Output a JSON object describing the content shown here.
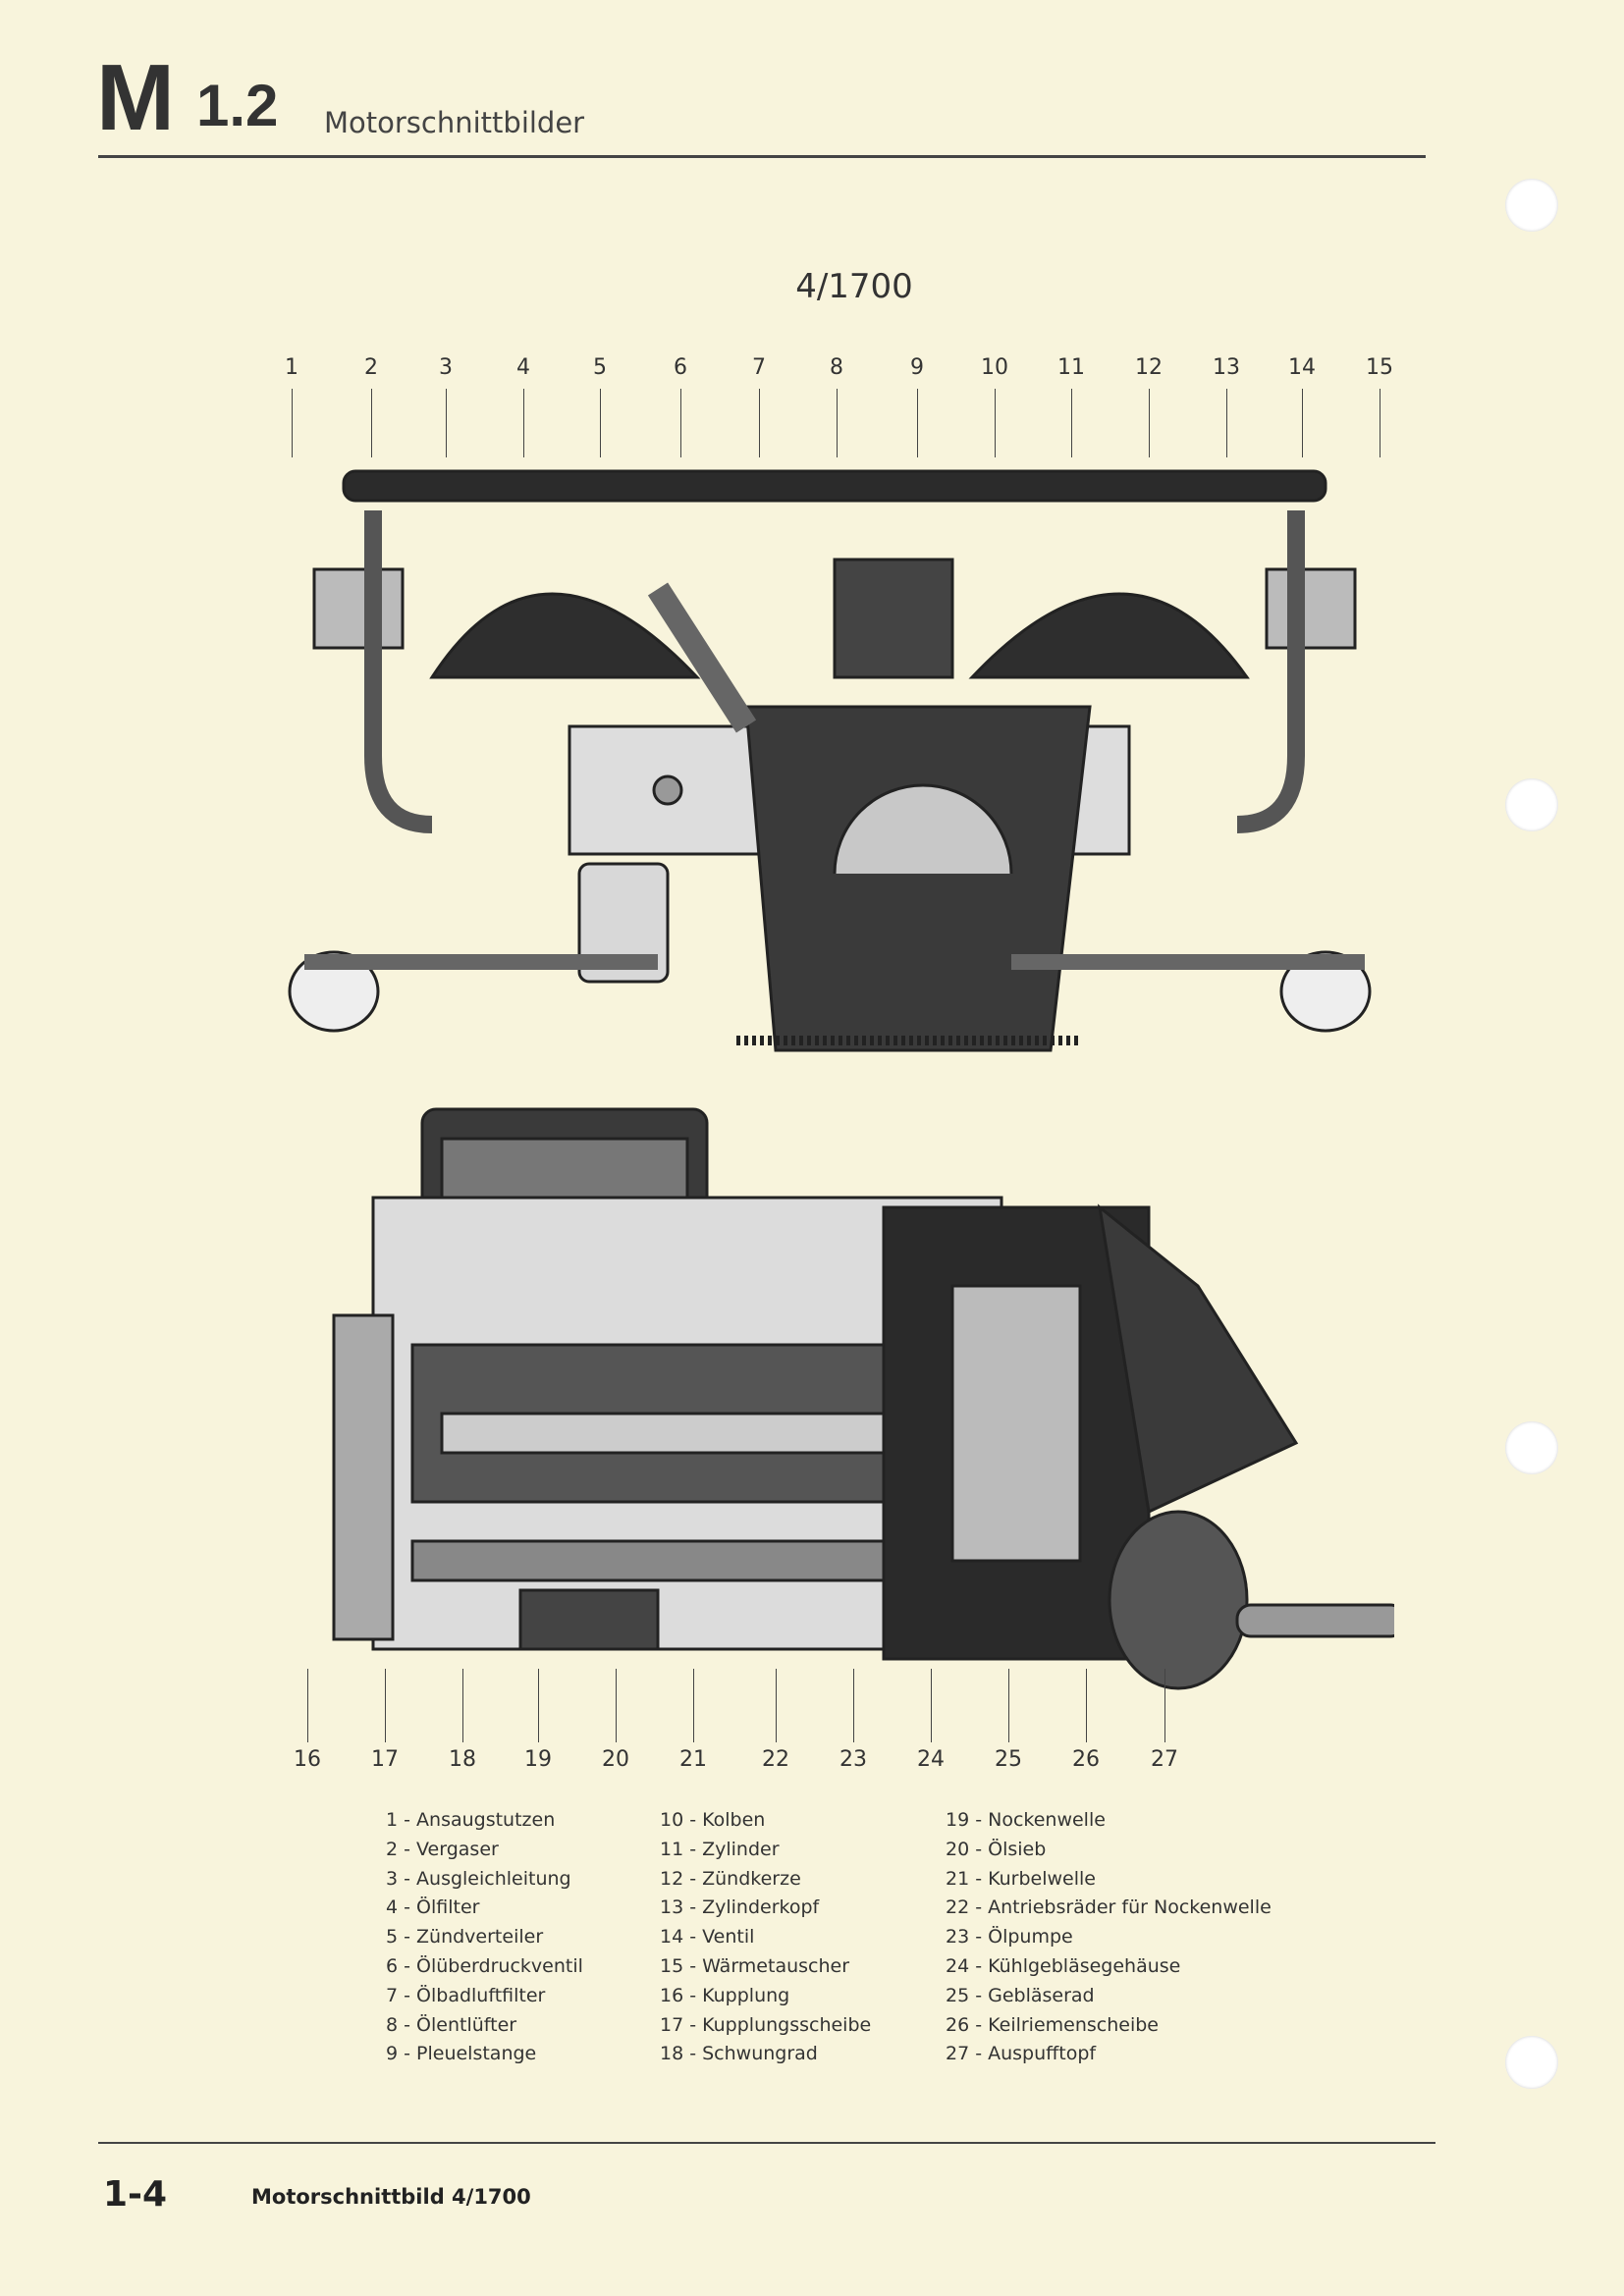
{
  "header": {
    "section_major": "M",
    "section_minor": "1.2",
    "title": "Motorschnittbilder"
  },
  "figure": {
    "model": "4/1700",
    "top_callouts": [
      "1",
      "2",
      "3",
      "4",
      "5",
      "6",
      "7",
      "8",
      "9",
      "10",
      "11",
      "12",
      "13",
      "14",
      "15"
    ],
    "bottom_callouts": [
      "16",
      "17",
      "18",
      "19",
      "20",
      "21",
      "22",
      "23",
      "24",
      "25",
      "26",
      "27"
    ]
  },
  "legend": {
    "col1": [
      "1 - Ansaugstutzen",
      "2 - Vergaser",
      "3 - Ausgleichleitung",
      "4 - Ölfilter",
      "5 - Zündverteiler",
      "6 - Ölüberdruckventil",
      "7 - Ölbadluftfilter",
      "8 - Ölentlüfter",
      "9 - Pleuelstange"
    ],
    "col2": [
      "10 - Kolben",
      "11 - Zylinder",
      "12 - Zündkerze",
      "13 - Zylinderkopf",
      "14 - Ventil",
      "15 - Wärmetauscher",
      "16 - Kupplung",
      "17 - Kupplungsscheibe",
      "18 - Schwungrad"
    ],
    "col3": [
      "19 - Nockenwelle",
      "20 - Ölsieb",
      "21 - Kurbelwelle",
      "22 - Antriebsräder für Nockenwelle",
      "23 - Ölpumpe",
      "24 - Kühlgebläsegehäuse",
      "25 - Gebläserad",
      "26 - Keilriemenscheibe",
      "27 - Auspufftopf"
    ]
  },
  "footer": {
    "page_number": "1-4",
    "title": "Motorschnittbild 4/1700"
  }
}
